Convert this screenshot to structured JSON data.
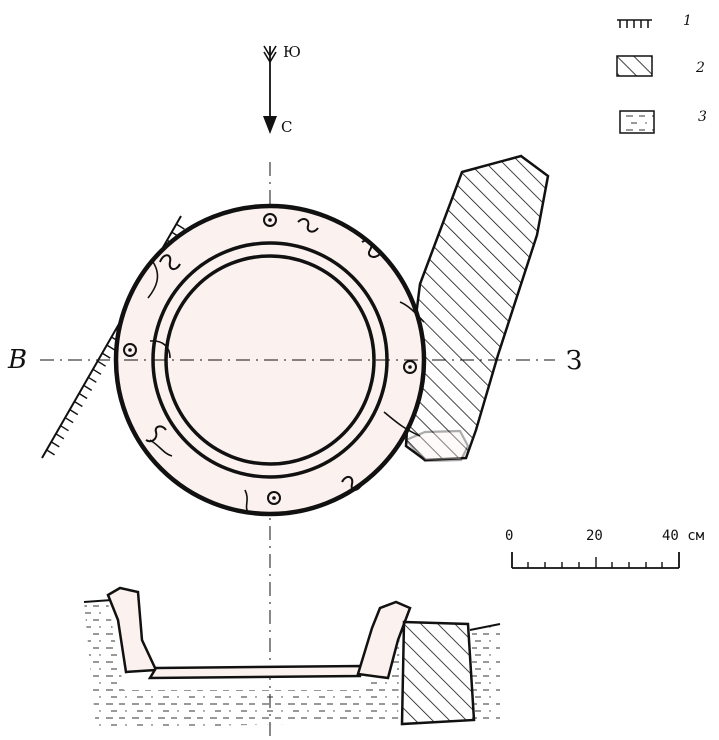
{
  "compass": {
    "top_label": "Ю",
    "bottom_label": "С"
  },
  "axis": {
    "left_label": "В",
    "right_label": "З"
  },
  "legend": [
    {
      "number": "1",
      "swatch": "hachure"
    },
    {
      "number": "2",
      "swatch": "diagonal-hatch"
    },
    {
      "number": "3",
      "swatch": "dashed-soil"
    }
  ],
  "scale": {
    "ticks": [
      "0",
      "20",
      "40 см"
    ]
  },
  "colors": {
    "ink": "#111111",
    "fill": "#fbf1ee",
    "paper": "#ffffff"
  }
}
